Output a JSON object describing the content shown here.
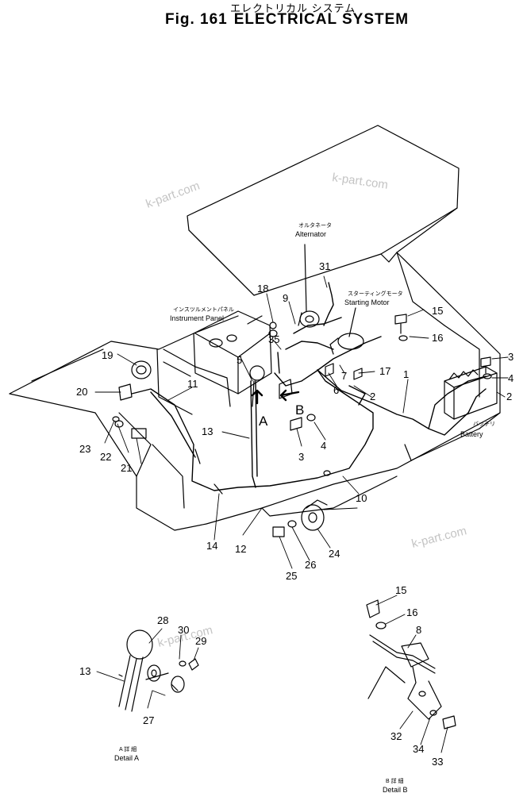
{
  "title": {
    "jp": "エレクトリカル システム",
    "fig": "Fig. 161",
    "name": "ELECTRICAL SYSTEM"
  },
  "labels": {
    "alternator_jp": "オルタネータ",
    "alternator_en": "Alternator",
    "starting_motor_jp": "スターティングモータ",
    "starting_motor_en": "Starting Motor",
    "instrument_panel_jp": "インスツルメントパネル",
    "instrument_panel_en": "Instrument Panel",
    "battery_jp": "バッテリ",
    "battery_en": "Battery",
    "detail_a_jp": "A 詳 細",
    "detail_a_en": "Detail A",
    "detail_b_jp": "B 詳 細",
    "detail_b_en": "Detail B",
    "arrow_a": "A",
    "arrow_b": "B"
  },
  "watermark": "k-part.com",
  "callouts": [
    "1",
    "2",
    "2",
    "3",
    "3",
    "4",
    "4",
    "5",
    "6",
    "7",
    "8",
    "9",
    "10",
    "11",
    "12",
    "13",
    "13",
    "14",
    "15",
    "15",
    "16",
    "16",
    "17",
    "18",
    "19",
    "20",
    "21",
    "22",
    "23",
    "24",
    "25",
    "26",
    "27",
    "28",
    "29",
    "30",
    "31",
    "32",
    "33",
    "34",
    "35"
  ]
}
